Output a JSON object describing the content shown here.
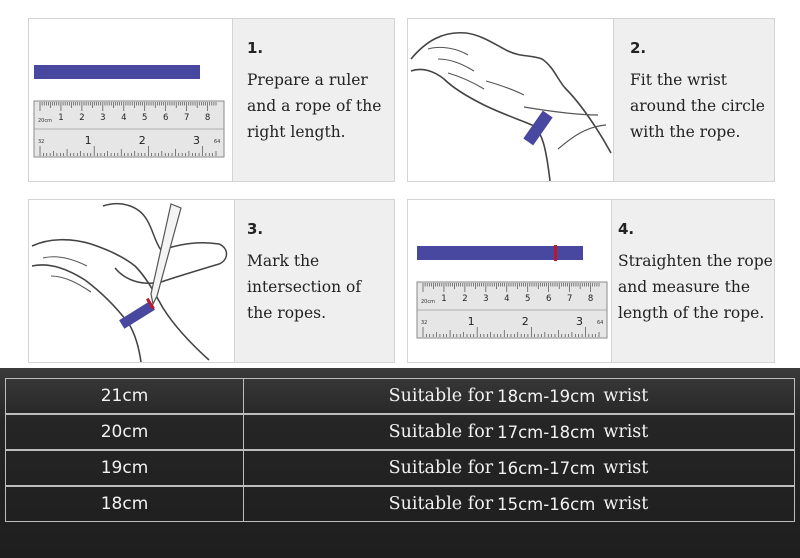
{
  "steps": [
    {
      "number": "1.",
      "text": "Prepare a ruler\nand a rope of the\nright length."
    },
    {
      "number": "2.",
      "text": "Fit the wrist\naround the circle\nwith the rope."
    },
    {
      "number": "3.",
      "text": "Mark the\nintersection of\nthe ropes."
    },
    {
      "number": "4.",
      "text": "Straighten the rope\nand measure the\nlength of the rope."
    }
  ],
  "ruler": {
    "cm_ticks": [
      "1",
      "2",
      "3",
      "4",
      "5",
      "6",
      "7",
      "8"
    ],
    "inch_ticks": [
      "1",
      "2",
      "3"
    ],
    "cm_unit": "20cm",
    "inch_unit": "32",
    "end_label": "64"
  },
  "size_table": {
    "rows": [
      {
        "size": "21cm",
        "prefix": "Suitable for",
        "range": "18cm-19cm",
        "suffix": "wrist"
      },
      {
        "size": "20cm",
        "prefix": "Suitable for",
        "range": "17cm-18cm",
        "suffix": "wrist"
      },
      {
        "size": "19cm",
        "prefix": "Suitable for",
        "range": "16cm-17cm",
        "suffix": "wrist"
      },
      {
        "size": "18cm",
        "prefix": "Suitable for",
        "range": "15cm-16cm",
        "suffix": "wrist"
      }
    ]
  },
  "colors": {
    "rope": "#4848a0",
    "mark": "#c0162c",
    "table_bg": "#1e1e1e",
    "panel_bg": "#efefef"
  }
}
